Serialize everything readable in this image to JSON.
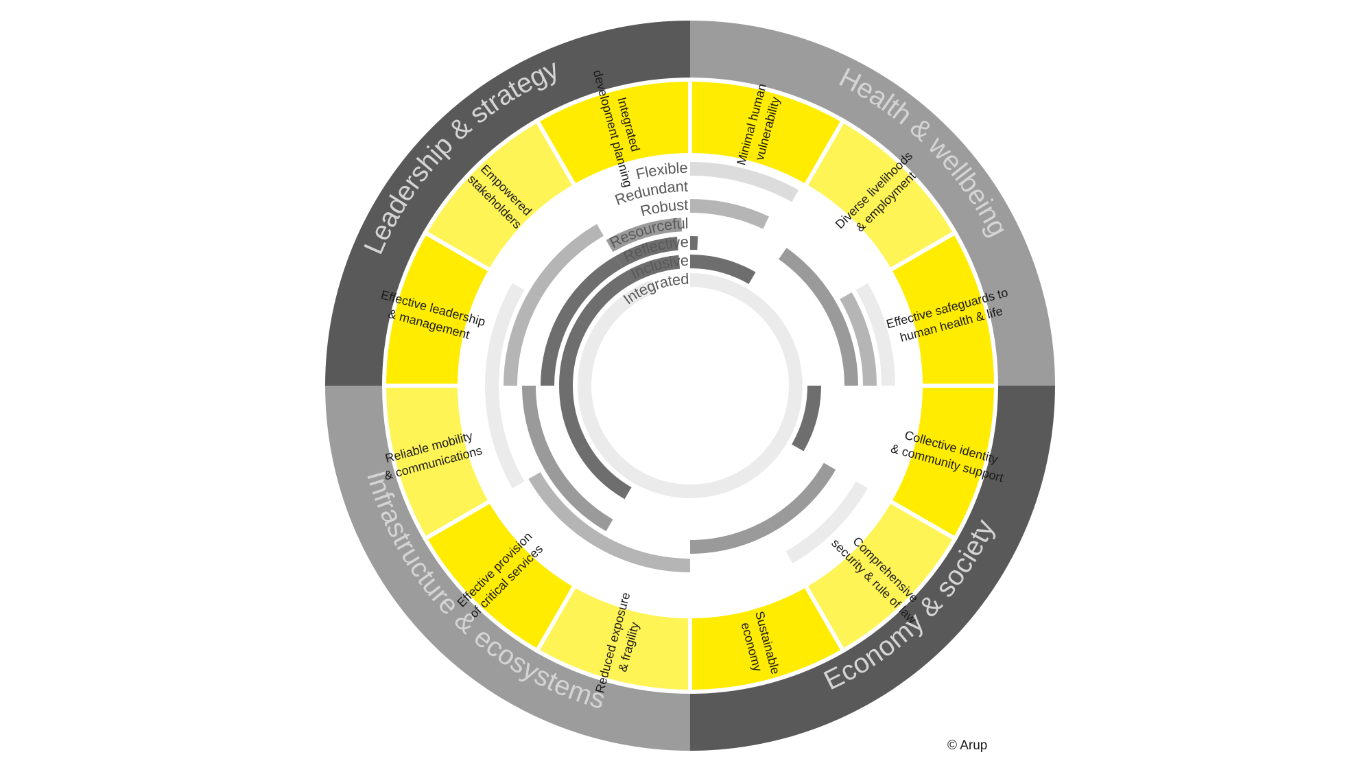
{
  "colors": {
    "dark": "#595959",
    "medium": "#9c9c9c",
    "yellow": "#ffec00",
    "yellow_light": "#fff455",
    "gray_dark": "#6e6e6e",
    "gray_mid": "#9a9a9a",
    "gray_light": "#b5b5b5",
    "gray_pale": "#dcdcdc",
    "gray_paler": "#ebebeb",
    "label_gray": "#595959",
    "dimension_text": "#d4d4d4",
    "goal_text": "#1a1a1a"
  },
  "dimensions": [
    {
      "label": "Leadership & strategy",
      "tone": "dark"
    },
    {
      "label": "Health & wellbeing",
      "tone": "medium"
    },
    {
      "label": "Economy & society",
      "tone": "dark"
    },
    {
      "label": "Infrastructure & ecosystems",
      "tone": "medium"
    }
  ],
  "goals": [
    {
      "lines": [
        "Minimal human",
        "vulnerability"
      ],
      "tone": "yellow"
    },
    {
      "lines": [
        "Diverse livelihoods",
        "& employment"
      ],
      "tone": "yellow_light"
    },
    {
      "lines": [
        "Effective safeguards to",
        "human health & life"
      ],
      "tone": "yellow"
    },
    {
      "lines": [
        "Collective identity",
        "& community support"
      ],
      "tone": "yellow"
    },
    {
      "lines": [
        "Comprehensive",
        "security & rule of law"
      ],
      "tone": "yellow_light"
    },
    {
      "lines": [
        "Sustainable",
        "economy"
      ],
      "tone": "yellow"
    },
    {
      "lines": [
        "Reduced exposure",
        "& fragility"
      ],
      "tone": "yellow_light"
    },
    {
      "lines": [
        "Effective provision",
        "of critical services"
      ],
      "tone": "yellow"
    },
    {
      "lines": [
        "Reliable mobility",
        "& communications"
      ],
      "tone": "yellow_light"
    },
    {
      "lines": [
        "Effective leadership",
        "& management"
      ],
      "tone": "yellow"
    },
    {
      "lines": [
        "Empowered",
        "stakeholders"
      ],
      "tone": "yellow_light"
    },
    {
      "lines": [
        "Integrated",
        "development planning"
      ],
      "tone": "yellow"
    }
  ],
  "qualities": [
    {
      "label": "Flexible",
      "tone": "gray_pale",
      "segments": [
        [
          0,
          29
        ]
      ]
    },
    {
      "label": "Redundant",
      "tone": "gray_paler",
      "segments": [
        [
          60,
          90
        ],
        [
          120,
          150
        ],
        [
          240,
          270
        ],
        [
          270,
          300
        ]
      ]
    },
    {
      "label": "Robust",
      "tone": "gray_light",
      "segments": [
        [
          0,
          25
        ],
        [
          60,
          90
        ],
        [
          180,
          210
        ],
        [
          210,
          240
        ],
        [
          270,
          300
        ],
        [
          300,
          330
        ]
      ]
    },
    {
      "label": "Resourceful",
      "tone": "gray_mid",
      "segments": [
        [
          35,
          90
        ],
        [
          120,
          150
        ],
        [
          150,
          180
        ],
        [
          210,
          240
        ],
        [
          240,
          270
        ],
        [
          330,
          357
        ]
      ]
    },
    {
      "label": "Reflective",
      "tone": "gray_dark",
      "segments": [
        [
          270,
          330
        ],
        [
          330,
          355
        ],
        [
          0,
          3
        ]
      ]
    },
    {
      "label": "Inclusive",
      "tone": "gray_dark",
      "segments": [
        [
          0,
          30
        ],
        [
          90,
          120
        ],
        [
          210,
          240
        ],
        [
          240,
          270
        ],
        [
          270,
          300
        ],
        [
          300,
          355
        ]
      ]
    },
    {
      "label": "Integrated",
      "tone": "gray_paler",
      "segments": [
        [
          0,
          90
        ],
        [
          90,
          150
        ],
        [
          150,
          210
        ],
        [
          210,
          300
        ],
        [
          300,
          340
        ]
      ]
    }
  ],
  "copyright": "© Arup"
}
